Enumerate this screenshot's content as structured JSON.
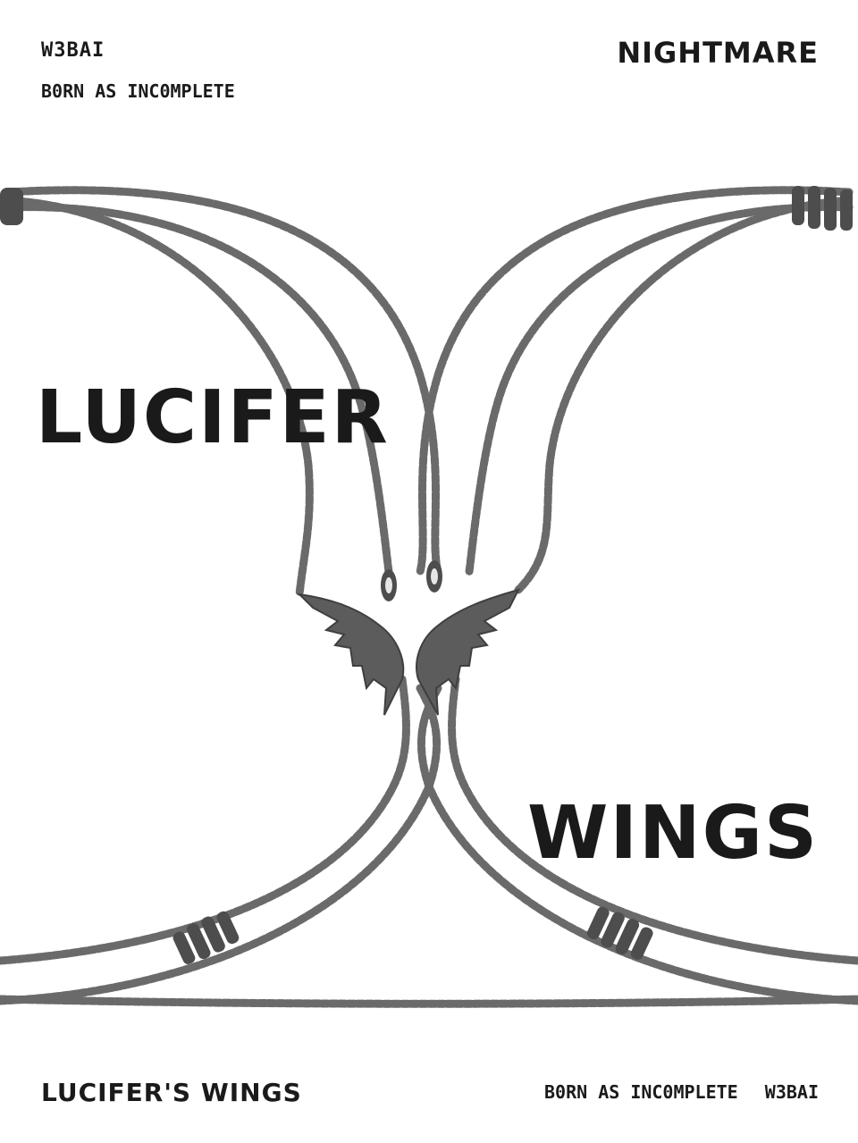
{
  "header": {
    "brand": "W3BAI",
    "tagline": "B0RN AS INC0MPLETE",
    "collection": "NIGHTMARE"
  },
  "headline": {
    "line1": "LUCIFER",
    "line2": "WINGS"
  },
  "footer": {
    "product_name": "LUCIFER'S WINGS",
    "tagline": "B0RN AS INC0MPLETE",
    "brand": "W3BAI"
  },
  "icons": {
    "artwork": "chain-necklace-with-wing-pendants-photo"
  },
  "colors": {
    "text": "#1a1a1a",
    "metal": "#5a5a5a",
    "background": "#ffffff"
  }
}
